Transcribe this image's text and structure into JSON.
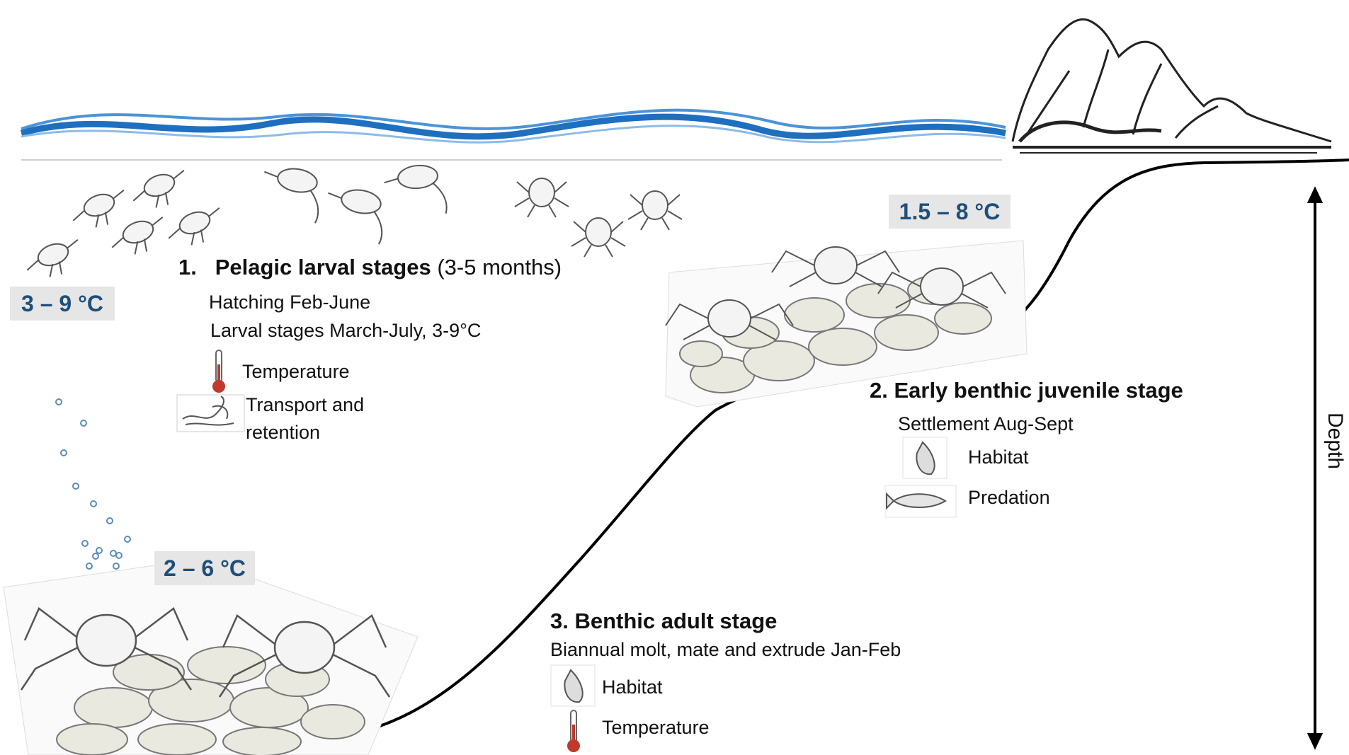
{
  "temperatures": {
    "larval": "3 – 9 °C",
    "juvenile": "1.5 – 8 °C",
    "adult": "2 – 6 °C"
  },
  "stage1": {
    "number": "1.",
    "title": "Pelagic larval stages",
    "duration": "(3-5 months)",
    "lines": [
      "Hatching Feb-June",
      "Larval stages March-July, 3-9°C"
    ],
    "factors": [
      {
        "label": "Temperature",
        "icon": "thermometer-icon"
      },
      {
        "label": "Transport and",
        "label2": "retention",
        "icon": "current-icon"
      }
    ]
  },
  "stage2": {
    "title": "2. Early benthic juvenile stage",
    "lines": [
      "Settlement Aug-Sept"
    ],
    "factors": [
      {
        "label": "Habitat",
        "icon": "shell-icon"
      },
      {
        "label": "Predation",
        "icon": "fish-icon"
      }
    ]
  },
  "stage3": {
    "title": "3. Benthic adult stage",
    "lines": [
      "Biannual molt, mate and extrude Jan-Feb"
    ],
    "factors": [
      {
        "label": "Habitat",
        "icon": "shell-icon"
      },
      {
        "label": "Temperature",
        "icon": "thermometer-icon"
      }
    ]
  },
  "depth_label": "Depth",
  "colors": {
    "wave": "#1f6fc0",
    "temperature_text": "#1f4e79",
    "temperature_bg": "#e6e6e6",
    "bubble": "#5b8db8",
    "thermometer": "#c0392b"
  }
}
